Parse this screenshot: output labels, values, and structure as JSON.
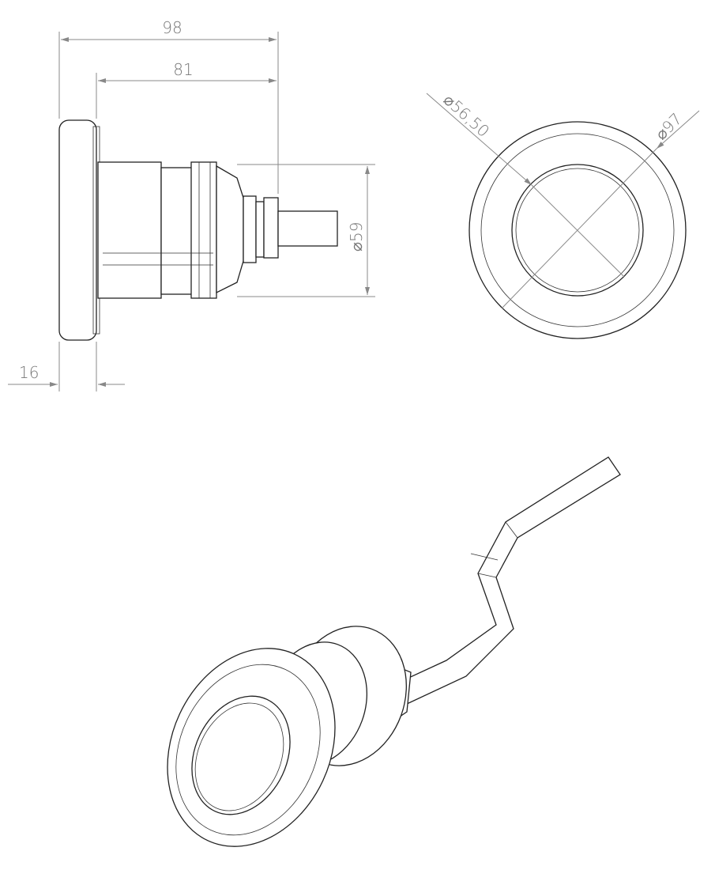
{
  "side_view": {
    "dim_overall_length": "98",
    "dim_body_length": "81",
    "dim_flange_thickness": "16",
    "dim_body_diameter": "⌀59"
  },
  "front_view": {
    "dim_lens_diameter": "⌀56,50",
    "dim_flange_diameter": "⌀97"
  }
}
